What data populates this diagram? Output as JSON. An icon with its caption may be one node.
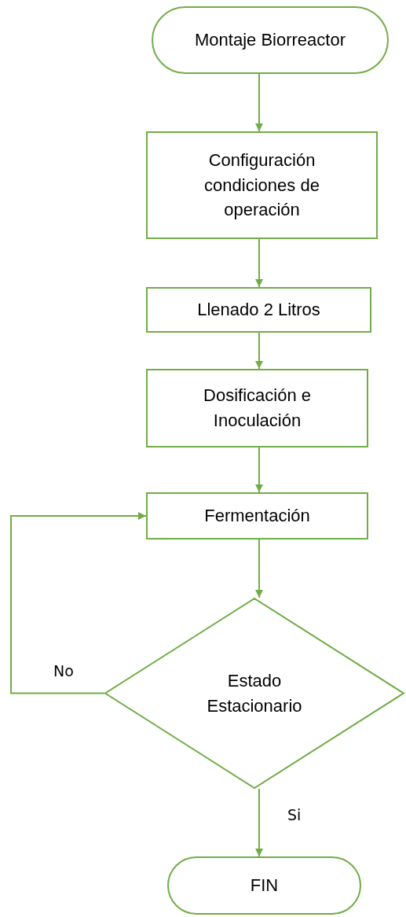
{
  "diagram": {
    "nodes": [
      {
        "text": [
          "Montaje Biorreactor"
        ]
      },
      {
        "text": [
          "Configuración condiciones de operación"
        ]
      },
      {
        "text": [
          "Llenado 2 Litros"
        ]
      },
      {
        "text": [
          "Dosificación e Inoculación"
        ]
      },
      {
        "text": [
          "Fermentación"
        ]
      },
      {
        "text": [
          "Estado Estacionario"
        ]
      },
      {
        "text": [
          "FIN"
        ]
      }
    ],
    "edges": [
      {
        "from": 0,
        "to": 1,
        "arrow": "to"
      },
      {
        "from": 1,
        "to": 2,
        "arrow": "to"
      },
      {
        "from": 2,
        "to": 3,
        "arrow": "to"
      },
      {
        "from": 3,
        "to": 4,
        "arrow": "to"
      },
      {
        "from": 4,
        "to": 5,
        "arrow": "to"
      },
      {
        "from": 5,
        "to": 4,
        "arrow": "to",
        "label": "No"
      },
      {
        "from": 5,
        "to": 6,
        "arrow": "to",
        "label": "Si"
      }
    ]
  }
}
